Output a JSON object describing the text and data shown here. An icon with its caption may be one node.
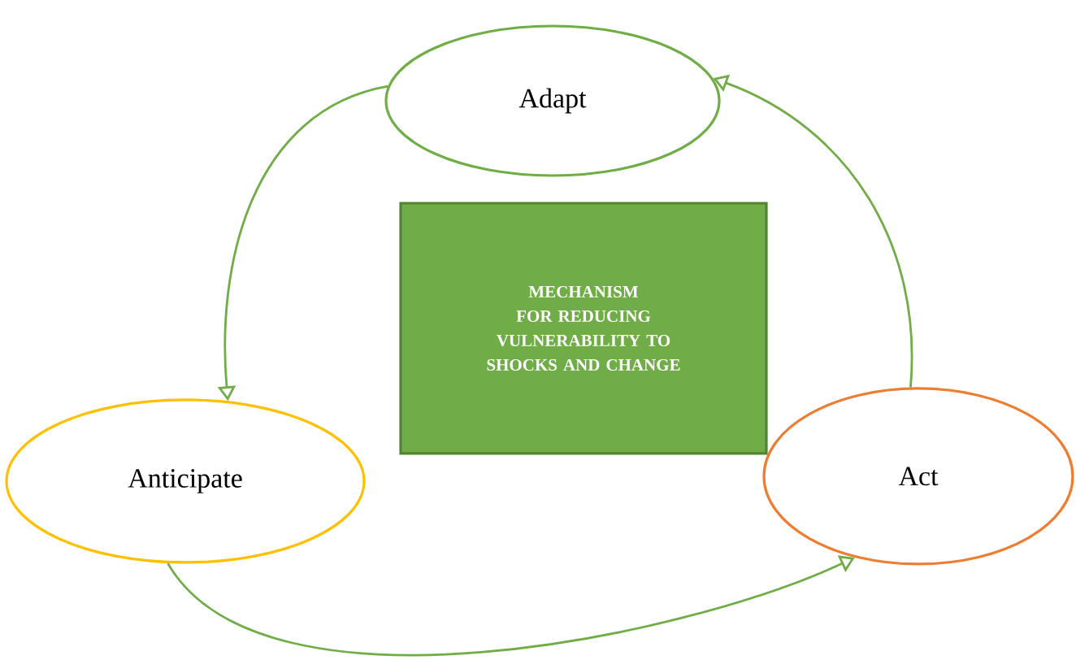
{
  "diagram": {
    "nodes": [
      {
        "text": [
          "Adapt"
        ]
      },
      {
        "text": [
          "MECHANISM FOR REDUCING VULNERABILITY TO SHOCKS AND CHANGE"
        ]
      },
      {
        "text": [
          "Anticipate"
        ]
      },
      {
        "text": [
          "Act"
        ]
      }
    ],
    "edges": [
      {
        "from": 0,
        "to": 2,
        "arrow": "to"
      },
      {
        "from": 2,
        "to": 3,
        "arrow": "to"
      },
      {
        "from": 3,
        "to": 0,
        "arrow": "to"
      }
    ]
  }
}
